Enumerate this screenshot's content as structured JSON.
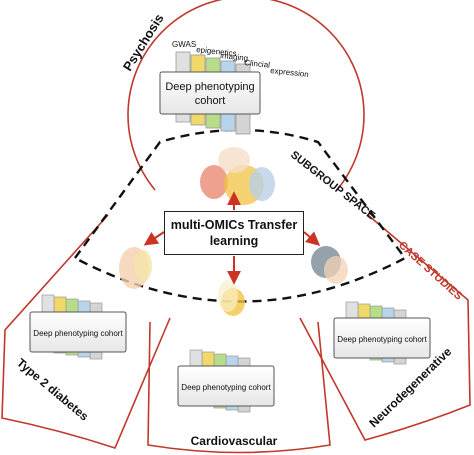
{
  "case_studies": {
    "psychosis": "Psychosis",
    "type2": "Type 2 diabetes",
    "cardio": "Cardiovascular",
    "neuro": "Neurodegenerative"
  },
  "psychosis_panel": {
    "layers": [
      "GWAS",
      "epigenetics",
      "imaging",
      "Clincial",
      "expression"
    ],
    "cohort_line1": "Deep phenotyping",
    "cohort_line2": "cohort"
  },
  "small_cohorts": {
    "type2": "Deep phenotyping cohort",
    "cardio": "Deep phenotyping cohort",
    "neuro": "Deep phenotyping cohort"
  },
  "subgroup_space": "SUBGROUP SPACE",
  "case_studies_label": "CASE STUDIES",
  "transfer_box": "multi-OMICs Transfer learning",
  "colors": {
    "border_red": "#c0392b",
    "arrow_red": "#cc3322",
    "layer_colors": [
      "#e0e0e0",
      "#f0d86a",
      "#b8dd8a",
      "#b8d4ea",
      "#d4d4d4"
    ]
  }
}
